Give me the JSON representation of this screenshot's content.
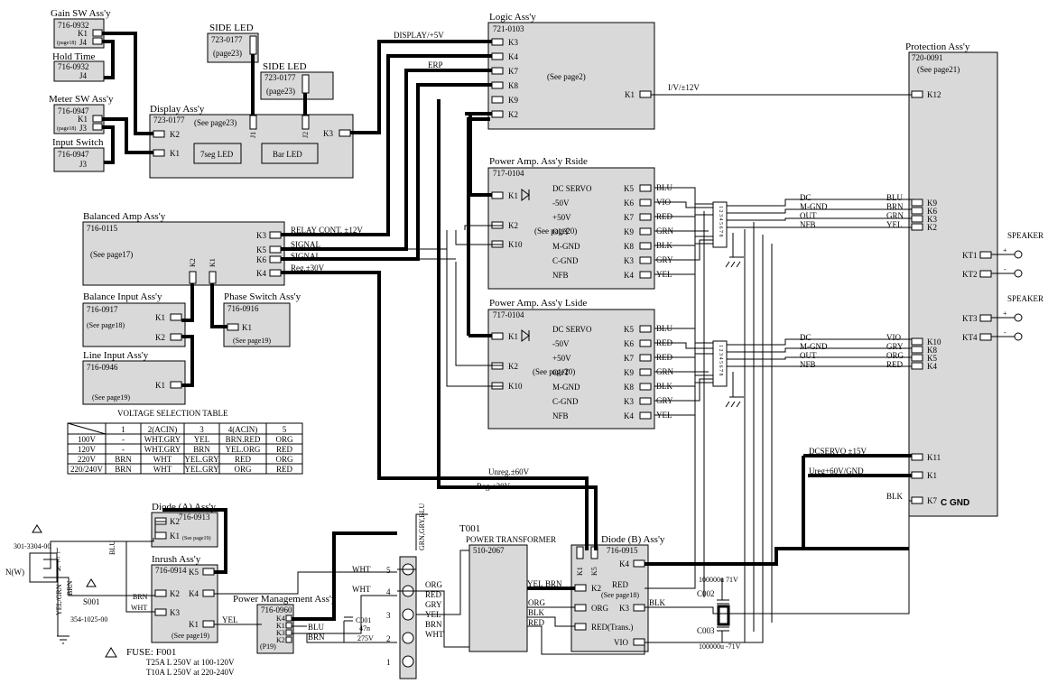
{
  "gain_sw": {
    "title": "Gain SW Ass'y",
    "part": "716-0932",
    "k1": "K1",
    "page": "(page18)",
    "j4": "J4"
  },
  "hold_time": {
    "title": "Hold Time",
    "part": "716-0932",
    "j4": "J4"
  },
  "meter_sw": {
    "title": "Meter SW Ass'y",
    "part": "716-0947",
    "k1": "K1",
    "page": "(page18)",
    "j3": "J3"
  },
  "input_switch": {
    "title": "Input Switch",
    "part": "716-0947",
    "j3": "J3"
  },
  "side_led1": {
    "title": "SIDE LED",
    "part": "723-0177",
    "page": "(page23)",
    "j1": "J1"
  },
  "side_led2": {
    "title": "SIDE LED",
    "part": "723-0177",
    "page": "(page23)",
    "j2": "J2"
  },
  "display": {
    "title": "Display Ass'y",
    "part": "723-0177",
    "page": "(See page23)",
    "k2": "K2",
    "k1": "K1",
    "k3": "K3",
    "j1": "J1",
    "j2": "J2",
    "led7": "7seg LED",
    "bar": "Bar LED"
  },
  "logic": {
    "title": "Logic Ass'y",
    "part": "721-0103",
    "page": "(See page2)",
    "k3": "K3",
    "k4": "K4",
    "k7": "K7",
    "k8": "K8",
    "k9": "K9",
    "k2": "K2",
    "k1": "K1",
    "display_wire": "DISPLAY/+5V",
    "erp": "ERP",
    "iv": "I/V/±12V"
  },
  "protection": {
    "title": "Protection Ass'y",
    "part": "720-0091",
    "page": "(See page21)",
    "k12": "K12",
    "k9": "K9",
    "k6": "K6",
    "k3": "K3",
    "k2": "K2",
    "kt1": "KT1",
    "kt2": "KT2",
    "kt3": "KT3",
    "kt4": "KT4",
    "k10": "K10",
    "k8": "K8",
    "k5": "K5",
    "k4": "K4",
    "k11": "K11",
    "k1": "K1",
    "k7": "K7",
    "cgnd": "C GND"
  },
  "amp_r": {
    "title": "Power Amp. Ass'y Rside",
    "part": "717-0104",
    "page": "(See page20)",
    "k1": "K1",
    "k2": "K2",
    "k10": "K10",
    "rows": [
      {
        "n": "DC SERVO",
        "k": "K5"
      },
      {
        "n": "-50V",
        "k": "K6"
      },
      {
        "n": "+50V",
        "k": "K7"
      },
      {
        "n": "OUT",
        "k": "K9"
      },
      {
        "n": "M-GND",
        "k": "K8"
      },
      {
        "n": "C-GND",
        "k": "K3"
      },
      {
        "n": "NFB",
        "k": "K4"
      }
    ],
    "wires": [
      "BLU",
      "VIO",
      "RED",
      "GRN",
      "BLK",
      "GRY",
      "YEL"
    ]
  },
  "amp_l": {
    "title": "Power Amp. Ass'y Lside",
    "part": "717-0104",
    "page": "(See page20)",
    "k1": "K1",
    "k2": "K2",
    "k10": "K10",
    "rows": [
      {
        "n": "DC SERVO",
        "k": "K5"
      },
      {
        "n": "-50V",
        "k": "K6"
      },
      {
        "n": "+50V",
        "k": "K7"
      },
      {
        "n": "OUT",
        "k": "K9"
      },
      {
        "n": "M-GND",
        "k": "K8"
      },
      {
        "n": "C-GND",
        "k": "K3"
      },
      {
        "n": "NFB",
        "k": "K4"
      }
    ],
    "wires": [
      "BLU",
      "RED",
      "RED",
      "GRN",
      "BLK",
      "GRY",
      "YEL"
    ]
  },
  "spk_r": {
    "rows": [
      {
        "n": "DC",
        "c": "BLU"
      },
      {
        "n": "M-GND",
        "c": "BRN"
      },
      {
        "n": "OUT",
        "c": "GRN"
      },
      {
        "n": "NFB",
        "c": "YEL"
      }
    ]
  },
  "spk_l": {
    "rows": [
      {
        "n": "DC",
        "c": "VIO"
      },
      {
        "n": "M-GND",
        "c": "GRY"
      },
      {
        "n": "OUT",
        "c": "ORG"
      },
      {
        "n": "NFB",
        "c": "RED"
      }
    ]
  },
  "speaker": {
    "label": "SPEAKER",
    "plus": "+",
    "minus": "-"
  },
  "balanced_amp": {
    "title": "Balanced Amp Ass'y",
    "part": "716-0115",
    "page": "(See page17)",
    "k3": "K3",
    "k5": "K5",
    "k6": "K6",
    "k4": "K4",
    "k2": "K2",
    "k1": "K1",
    "relay": "RELAY CONT. ±12V",
    "signal1": "SIGNAL",
    "signal2": "SIGNAL",
    "reg": "Reg.±30V"
  },
  "balance_input": {
    "title": "Balance Input Ass'y",
    "part": "716-0917",
    "page": "(See page18)",
    "k1": "K1",
    "k2": "K2"
  },
  "phase_switch": {
    "title": "Phase Switch Ass'y",
    "part": "716-0916",
    "k1": "K1",
    "page": "(See page19)"
  },
  "line_input": {
    "title": "Line Input Ass'y",
    "part": "716-0946",
    "k1": "K1",
    "page": "(See page19)"
  },
  "voltage_table": {
    "title": "VOLTAGE SELECTION TABLE",
    "header": [
      "",
      "1",
      "2(ACIN)",
      "3",
      "4(ACIN)",
      "5"
    ],
    "rows": [
      [
        "100V",
        "-",
        "WHT.GRY",
        "YEL",
        "BRN.RED",
        "ORG"
      ],
      [
        "120V",
        "-",
        "WHT.GRY",
        "BRN",
        "YEL.ORG",
        "RED"
      ],
      [
        "220V",
        "BRN",
        "WHT",
        "YEL.GRY",
        "RED",
        "ORG"
      ],
      [
        "220/240V",
        "BRN",
        "WHT",
        "YEL.GRY",
        "ORG",
        "RED"
      ]
    ]
  },
  "diode_a": {
    "title": "Diode (A) Ass'y",
    "part": "716-0913",
    "k2": "K2",
    "k1": "K1",
    "page": "(See page19)"
  },
  "inrush": {
    "title": "Inrush Ass'y",
    "part": "716-0914",
    "k5": "K5",
    "k2": "K2",
    "k4": "K4",
    "k3": "K3",
    "k1": "K1",
    "page": "(See page19)"
  },
  "power_mgmt": {
    "title": "Power Management Ass'y",
    "part": "716-0960",
    "k4": "K4",
    "k1": "K1",
    "k3": "K3",
    "k2": "K2",
    "page": "(P19)"
  },
  "mains": {
    "part1": "301-3304-00",
    "nw": "N(W)",
    "l": "L",
    "e": "E",
    "n": "N",
    "yelgrn": "YEL/GRN",
    "brn": "BRN",
    "blu": "BLU",
    "s001": "S001",
    "part2": "354-1025-00",
    "brn2": "BRN",
    "wht": "WHT",
    "yel": "YEL",
    "blu2": "BLU",
    "brn3": "BRN"
  },
  "c001": {
    "name": "C001",
    "value": "47n",
    "volt": "275V"
  },
  "terminal": {
    "nums": [
      "5",
      "4",
      "3",
      "2",
      "1"
    ],
    "in": [
      "WHT",
      "WHT"
    ],
    "out": [
      "ORG",
      "RED",
      "GRY",
      "YEL",
      "BRN",
      "WHT"
    ],
    "vert": "GRN,GRY,BLU"
  },
  "t001": {
    "name": "T001",
    "title": "POWER TRANSFORMER",
    "part": "510-2067",
    "wires": [
      "YEL",
      "BRN",
      "ORG",
      "BLK",
      "RED"
    ]
  },
  "diode_b": {
    "title": "Diode (B) Ass'y",
    "part": "716-0915",
    "k1": "K1",
    "k5": "K5",
    "k4": "K4",
    "k2": "K2",
    "red": "RED",
    "page": "(See page18)",
    "org": "ORG",
    "k3": "K3",
    "redt": "RED(Trans.)",
    "vio": "VIO",
    "blk": "BLK"
  },
  "caps": {
    "c002": "C002",
    "c003": "C003",
    "c002v": "100000u  71V",
    "c003v": "100000u  -71V"
  },
  "rails": {
    "unreg": "Unreg.±60V",
    "reg": "Reg.±30V",
    "dcservo": "DCSERVO ±15V",
    "ureg": "Ureg+60V/GND",
    "blk": "BLK"
  },
  "fuse": {
    "title": "FUSE: F001",
    "l1": "T25A L 250V at 100-120V",
    "l2": "T10A L 250V at 220-240V"
  }
}
